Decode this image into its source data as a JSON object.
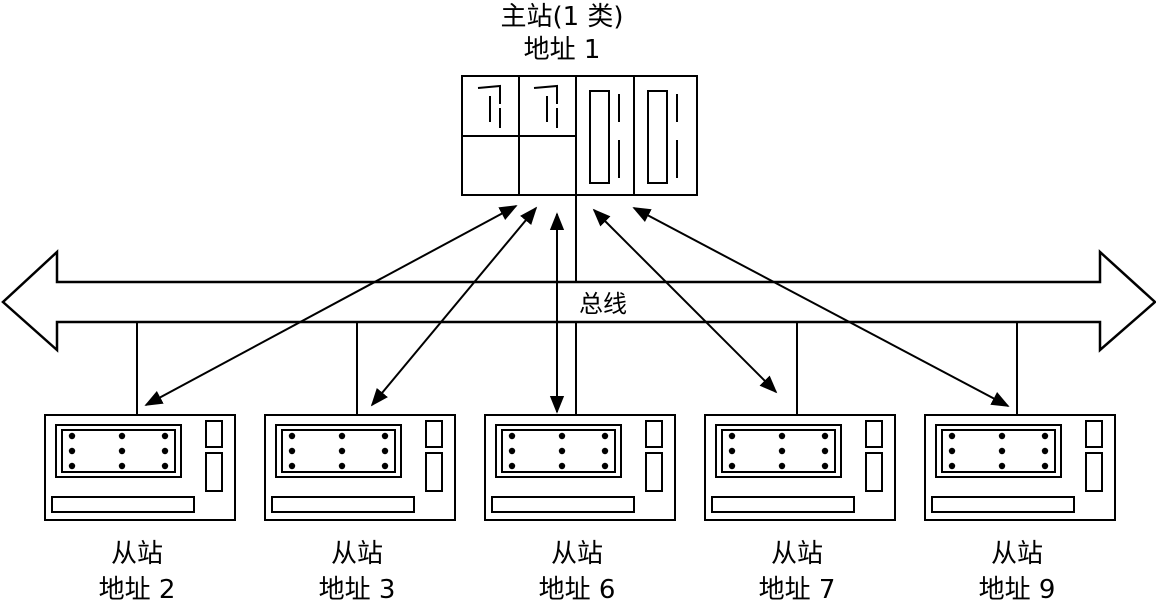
{
  "master": {
    "title": "主站(1 类)",
    "address": "地址 1"
  },
  "bus": {
    "label": "总线"
  },
  "slaves": [
    {
      "title": "从站",
      "address": "地址 2"
    },
    {
      "title": "从站",
      "address": "地址 3"
    },
    {
      "title": "从站",
      "address": "地址 6"
    },
    {
      "title": "从站",
      "address": "地址 7"
    },
    {
      "title": "从站",
      "address": "地址 9"
    }
  ]
}
